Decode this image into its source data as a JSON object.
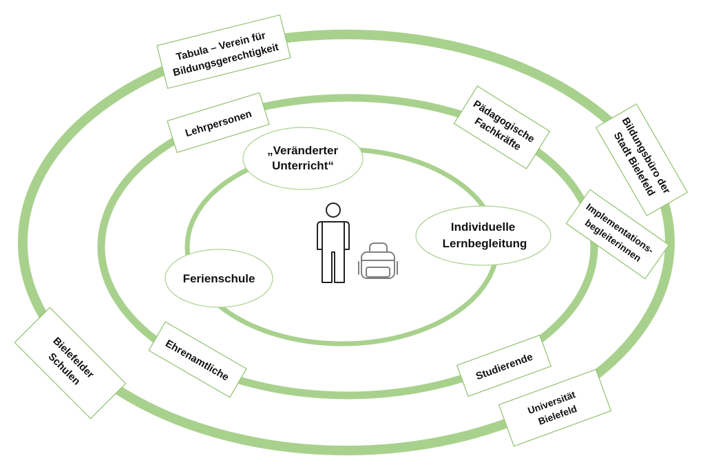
{
  "diagram": {
    "center": {
      "icons": [
        "person-icon",
        "backpack-icon"
      ]
    },
    "inner_ring": {
      "bubbles": {
        "veraenderter_unterricht": [
          "„Veränderter",
          "Unterricht“"
        ],
        "individuelle_lernbegleitung": [
          "Individuelle",
          "Lernbegleitung"
        ],
        "ferienschule": [
          "Ferienschule"
        ]
      }
    },
    "middle_ring": {
      "boxes": {
        "lehrpersonen": [
          "Lehrpersonen"
        ],
        "paedagogische_fachkraefte": [
          "Pädagogische",
          "Fachkräfte"
        ],
        "implementationsbegleiterinnen": [
          "Implementations-",
          "begleiterinnen"
        ],
        "studierende": [
          "Studierende"
        ],
        "ehrenamtliche": [
          "Ehrenamtliche"
        ]
      }
    },
    "outer_ring": {
      "boxes": {
        "tabula": [
          "Tabula – Verein für",
          "Bildungsgerechtigkeit"
        ],
        "bildungsbuero": [
          "Bildungsbüro der",
          "Stadt Bielefeld"
        ],
        "universitaet": [
          "Universität",
          "Bielefeld"
        ],
        "bielefelder_schulen": [
          "Bielefelder",
          "Schulen"
        ]
      }
    },
    "colors": {
      "ring": "#a9d18e",
      "border": "#8fc16e",
      "text": "#111111"
    }
  }
}
